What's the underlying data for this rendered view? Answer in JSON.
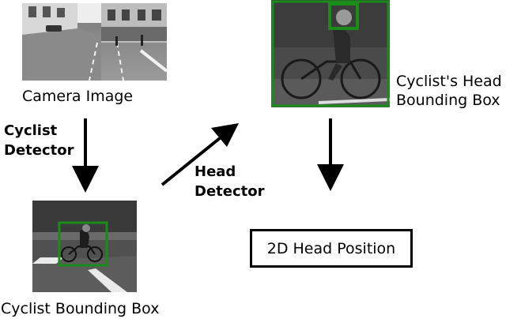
{
  "nodes": {
    "camera_image": "Camera Image",
    "cyclist_bbox": "Cyclist Bounding Box",
    "head_bbox_line1": "Cyclist's Head",
    "head_bbox_line2": "Bounding Box",
    "head_position": "2D Head Position"
  },
  "edges": {
    "cyclist_detector_line1": "Cyclist",
    "cyclist_detector_line2": "Detector",
    "head_detector_line1": "Head",
    "head_detector_line2": "Detector"
  },
  "colors": {
    "box_outline": "#1a8c1a",
    "arrow": "#000000"
  }
}
